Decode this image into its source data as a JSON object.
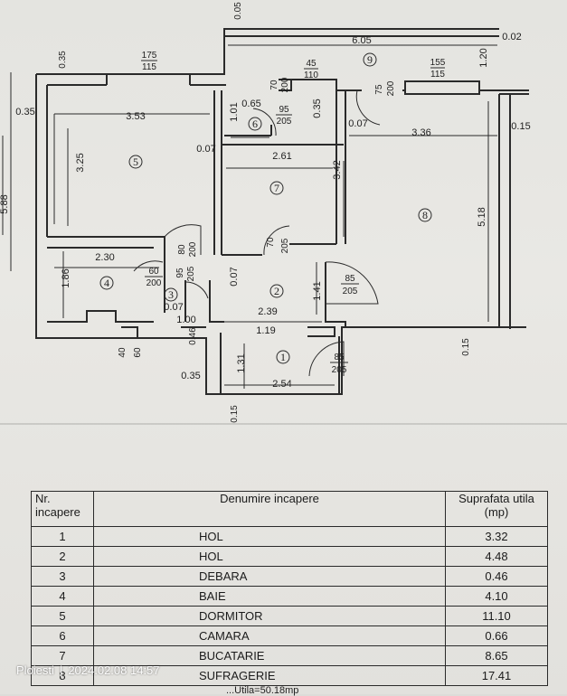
{
  "plan": {
    "rooms": [
      "1",
      "2",
      "3",
      "4",
      "5",
      "6",
      "7",
      "8",
      "9"
    ],
    "dims": {
      "d605": "6.05",
      "d002": "0.02",
      "d005": "0.05",
      "d120": "1.20",
      "d035a": "0.35",
      "d175": "175",
      "d115a": "115",
      "d45": "45",
      "d110": "110",
      "d70a": "70",
      "d200a": "200",
      "d75": "75",
      "d200b": "200",
      "d155": "155",
      "d115b": "115",
      "d035b": "0.35",
      "d353": "3.53",
      "d101": "1.01",
      "d065": "0.65",
      "d95a": "95",
      "d205a": "205",
      "d035c": "0.35",
      "d007a": "0.07",
      "d336": "3.36",
      "d015a": "0.15",
      "d325": "3.25",
      "d007b": "0.07",
      "d261": "2.61",
      "d342": "3.42",
      "d518": "5.18",
      "d588": "5.88",
      "d80": "80",
      "d200c": "200",
      "d70b": "70",
      "d205b": "205",
      "d230": "2.30",
      "d60": "60",
      "d200d": "200",
      "d95b": "95",
      "d205c": "205",
      "d007c": "0.07",
      "d85a": "85",
      "d205d": "205",
      "d186": "1.86",
      "d141": "1.41",
      "d007d": "0.07",
      "d239": "2.39",
      "d100": "1.00",
      "d046": "0.46",
      "d119": "1.19",
      "d015b": "0.15",
      "d40": "40",
      "d60b": "60",
      "d131": "1.31",
      "d85b": "85",
      "d205e": "205",
      "d035d": "0.35",
      "d254": "2.54",
      "d015c": "0.15"
    }
  },
  "table": {
    "headers": {
      "nr": "Nr. incapere",
      "name": "Denumire incapere",
      "area": "Suprafata utila (mp)"
    },
    "rows": [
      {
        "nr": "1",
        "name": "HOL",
        "area": "3.32"
      },
      {
        "nr": "2",
        "name": "HOL",
        "area": "4.48"
      },
      {
        "nr": "3",
        "name": "DEBARA",
        "area": "0.46"
      },
      {
        "nr": "4",
        "name": "BAIE",
        "area": "4.10"
      },
      {
        "nr": "5",
        "name": "DORMITOR",
        "area": "11.10"
      },
      {
        "nr": "6",
        "name": "CAMARA",
        "area": "0.66"
      },
      {
        "nr": "7",
        "name": "BUCATARIE",
        "area": "8.65"
      },
      {
        "nr": "8",
        "name": "SUFRAGERIE",
        "area": "17.41"
      }
    ],
    "footer_partial": "...Utila=50.18mp"
  },
  "stamp": {
    "location": "Ploiesti",
    "datetime": "2024.02.08 14:57"
  }
}
